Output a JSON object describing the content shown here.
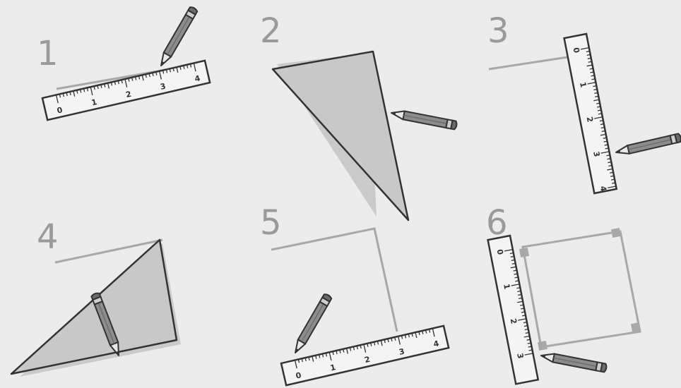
{
  "steps": [
    {
      "number": "1",
      "ruler_labels": [
        "0",
        "1",
        "2",
        "3",
        "4"
      ]
    },
    {
      "number": "2"
    },
    {
      "number": "3",
      "ruler_labels": [
        "0",
        "1",
        "2",
        "3",
        "4"
      ]
    },
    {
      "number": "4"
    },
    {
      "number": "5",
      "ruler_labels": [
        "0",
        "1",
        "2",
        "3",
        "4"
      ]
    },
    {
      "number": "6",
      "ruler_labels": [
        "0",
        "1",
        "2",
        "3"
      ]
    }
  ],
  "colors": {
    "background": "#ececec",
    "outline": "#333333",
    "set_square_fill": "#c8c8c8",
    "ruler_fill": "#f4f4f4",
    "drawn_line": "#a8a8a8",
    "pencil_body": "#8c8c8c"
  },
  "icons": [
    "ruler-icon",
    "set-square-icon",
    "pencil-icon"
  ]
}
